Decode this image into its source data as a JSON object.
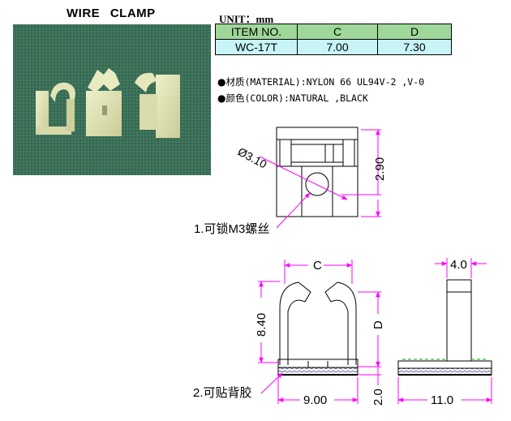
{
  "title": "WIRE CLAMP",
  "unit": "UNIT：mm",
  "table": {
    "headers": [
      "ITEM NO.",
      "C",
      "D"
    ],
    "rows": [
      [
        "WC-17T",
        "7.00",
        "7.30"
      ]
    ]
  },
  "specs": {
    "material": {
      "bullet": "●",
      "text": "材质(MATERIAL):NYLON 66 UL94V-2 ,V-0"
    },
    "color": {
      "bullet": "●",
      "text": "颜色(COLOR):NATURAL ,BLACK"
    }
  },
  "drawing": {
    "dim_hole": "Ø3.10",
    "dim_290": "2.90",
    "note1": "1.可锁M3螺丝",
    "dim_c": "C",
    "dim_840": "8.40",
    "dim_d": "D",
    "dim_900": "9.00",
    "dim_20": "2.0",
    "note2": "2.可贴背胶",
    "dim_40": "4.0",
    "dim_110": "11.0"
  },
  "colors": {
    "table_header": "#9fd89a",
    "table_row": "#c8f4f7",
    "dimension_line": "#ff00ff",
    "photo_bg": "#3a6e55",
    "tape_hatch": "#6a6aa8"
  }
}
